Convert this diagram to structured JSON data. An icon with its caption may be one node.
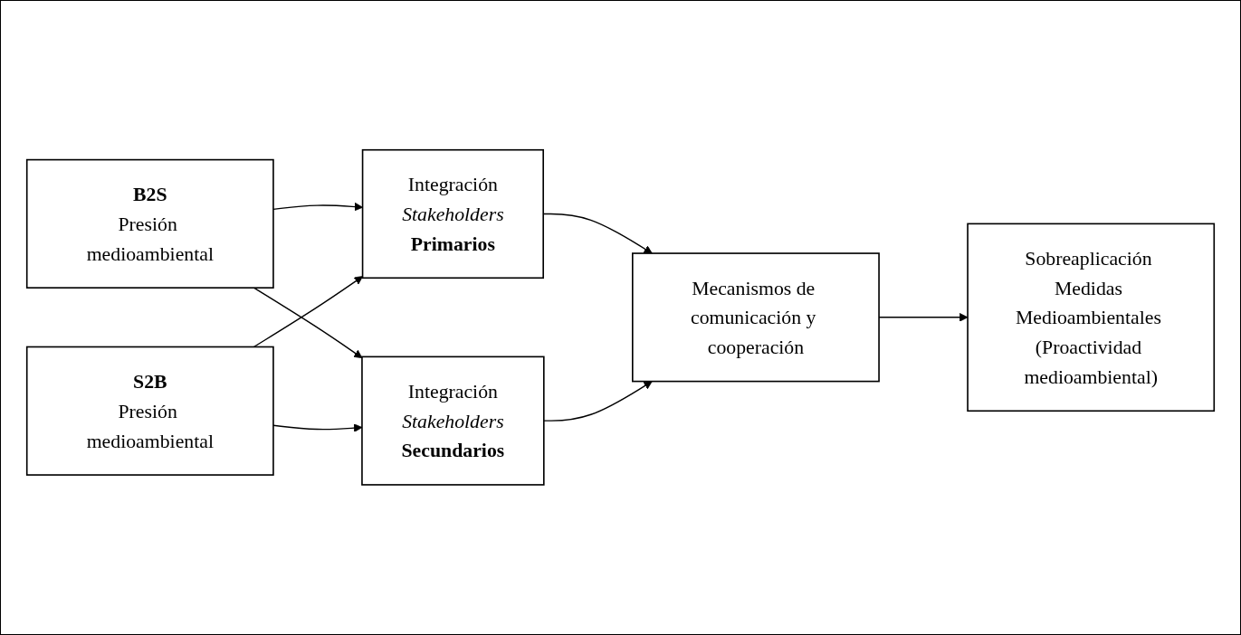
{
  "diagram": {
    "nodes": [
      {
        "text": [
          "B2S",
          "Presión medioambiental"
        ]
      },
      {
        "text": [
          "S2B",
          "Presión medioambiental"
        ]
      },
      {
        "text": [
          "Integración",
          "Stakeholders",
          "Primarios"
        ]
      },
      {
        "text": [
          "Integración",
          "Stakeholders",
          "Secundarios"
        ]
      },
      {
        "text": [
          "Mecanismos de comunicación y cooperación"
        ]
      },
      {
        "text": [
          "Sobreaplicación Medidas Medioambientales (Proactividad medioambiental)"
        ]
      }
    ],
    "edges": [
      {
        "from": 0,
        "to": 2,
        "arrow": "to"
      },
      {
        "from": 0,
        "to": 3,
        "arrow": "to"
      },
      {
        "from": 1,
        "to": 2,
        "arrow": "to"
      },
      {
        "from": 1,
        "to": 3,
        "arrow": "to"
      },
      {
        "from": 2,
        "to": 4,
        "arrow": "to"
      },
      {
        "from": 3,
        "to": 4,
        "arrow": "to"
      },
      {
        "from": 4,
        "to": 5,
        "arrow": "to"
      }
    ]
  }
}
